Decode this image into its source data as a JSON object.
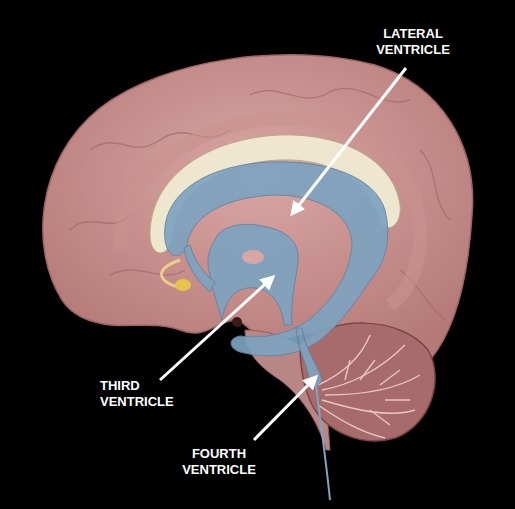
{
  "diagram": {
    "labels": [
      "LATERAL VENTRICLE",
      "THIRD VENTRICLE",
      "FOURTH VENTRICLE"
    ]
  }
}
